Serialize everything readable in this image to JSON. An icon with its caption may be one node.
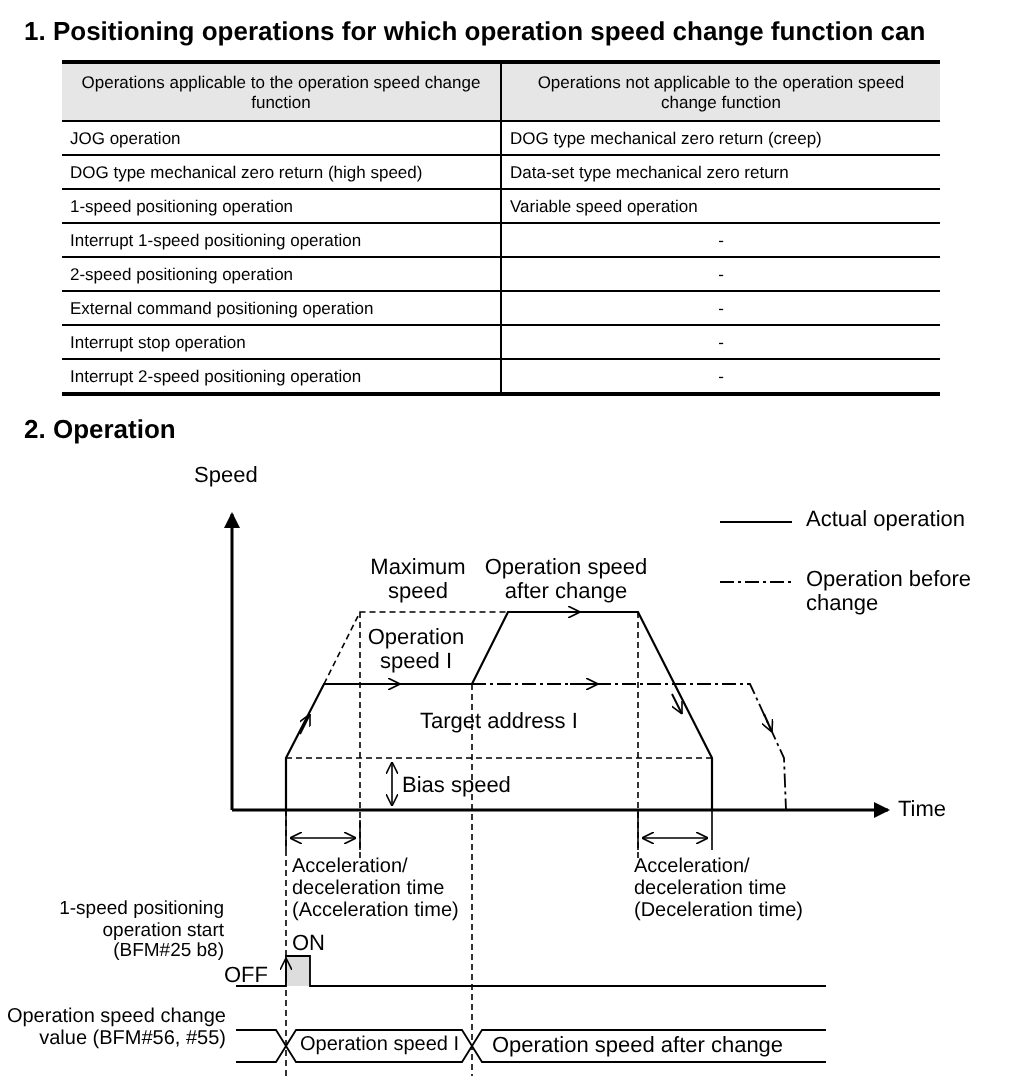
{
  "diagram": {
    "labels": [
      "1. Positioning operations for which operation speed change function can",
      "Operations applicable to the operation speed change function",
      "Operations not applicable to the operation speed change function",
      "JOG operation",
      "DOG type mechanical zero return (creep)",
      "DOG type mechanical zero return (high speed)",
      "Data-set type mechanical zero return",
      "1-speed positioning operation",
      "Variable speed operation",
      "Interrupt 1-speed positioning operation",
      "-",
      "2-speed positioning operation",
      "-",
      "External command positioning operation",
      "-",
      "Interrupt stop operation",
      "-",
      "Interrupt 2-speed positioning operation",
      "-",
      "2. Operation",
      "Speed",
      "Maximum speed",
      "Operation speed after change",
      "Operation speed I",
      "Target address I",
      "Bias speed",
      "Time",
      "Acceleration/ deceleration time (Acceleration time)",
      "Acceleration/ deceleration time (Deceleration time)",
      "1-speed positioning operation start (BFM#25 b8)",
      "ON",
      "OFF",
      "Operation speed change value (BFM#56, #55)",
      "Operation speed I",
      "Operation speed after change"
    ],
    "legend": [
      {
        "text": "Actual operation"
      },
      {
        "text": "Operation before change"
      }
    ]
  }
}
